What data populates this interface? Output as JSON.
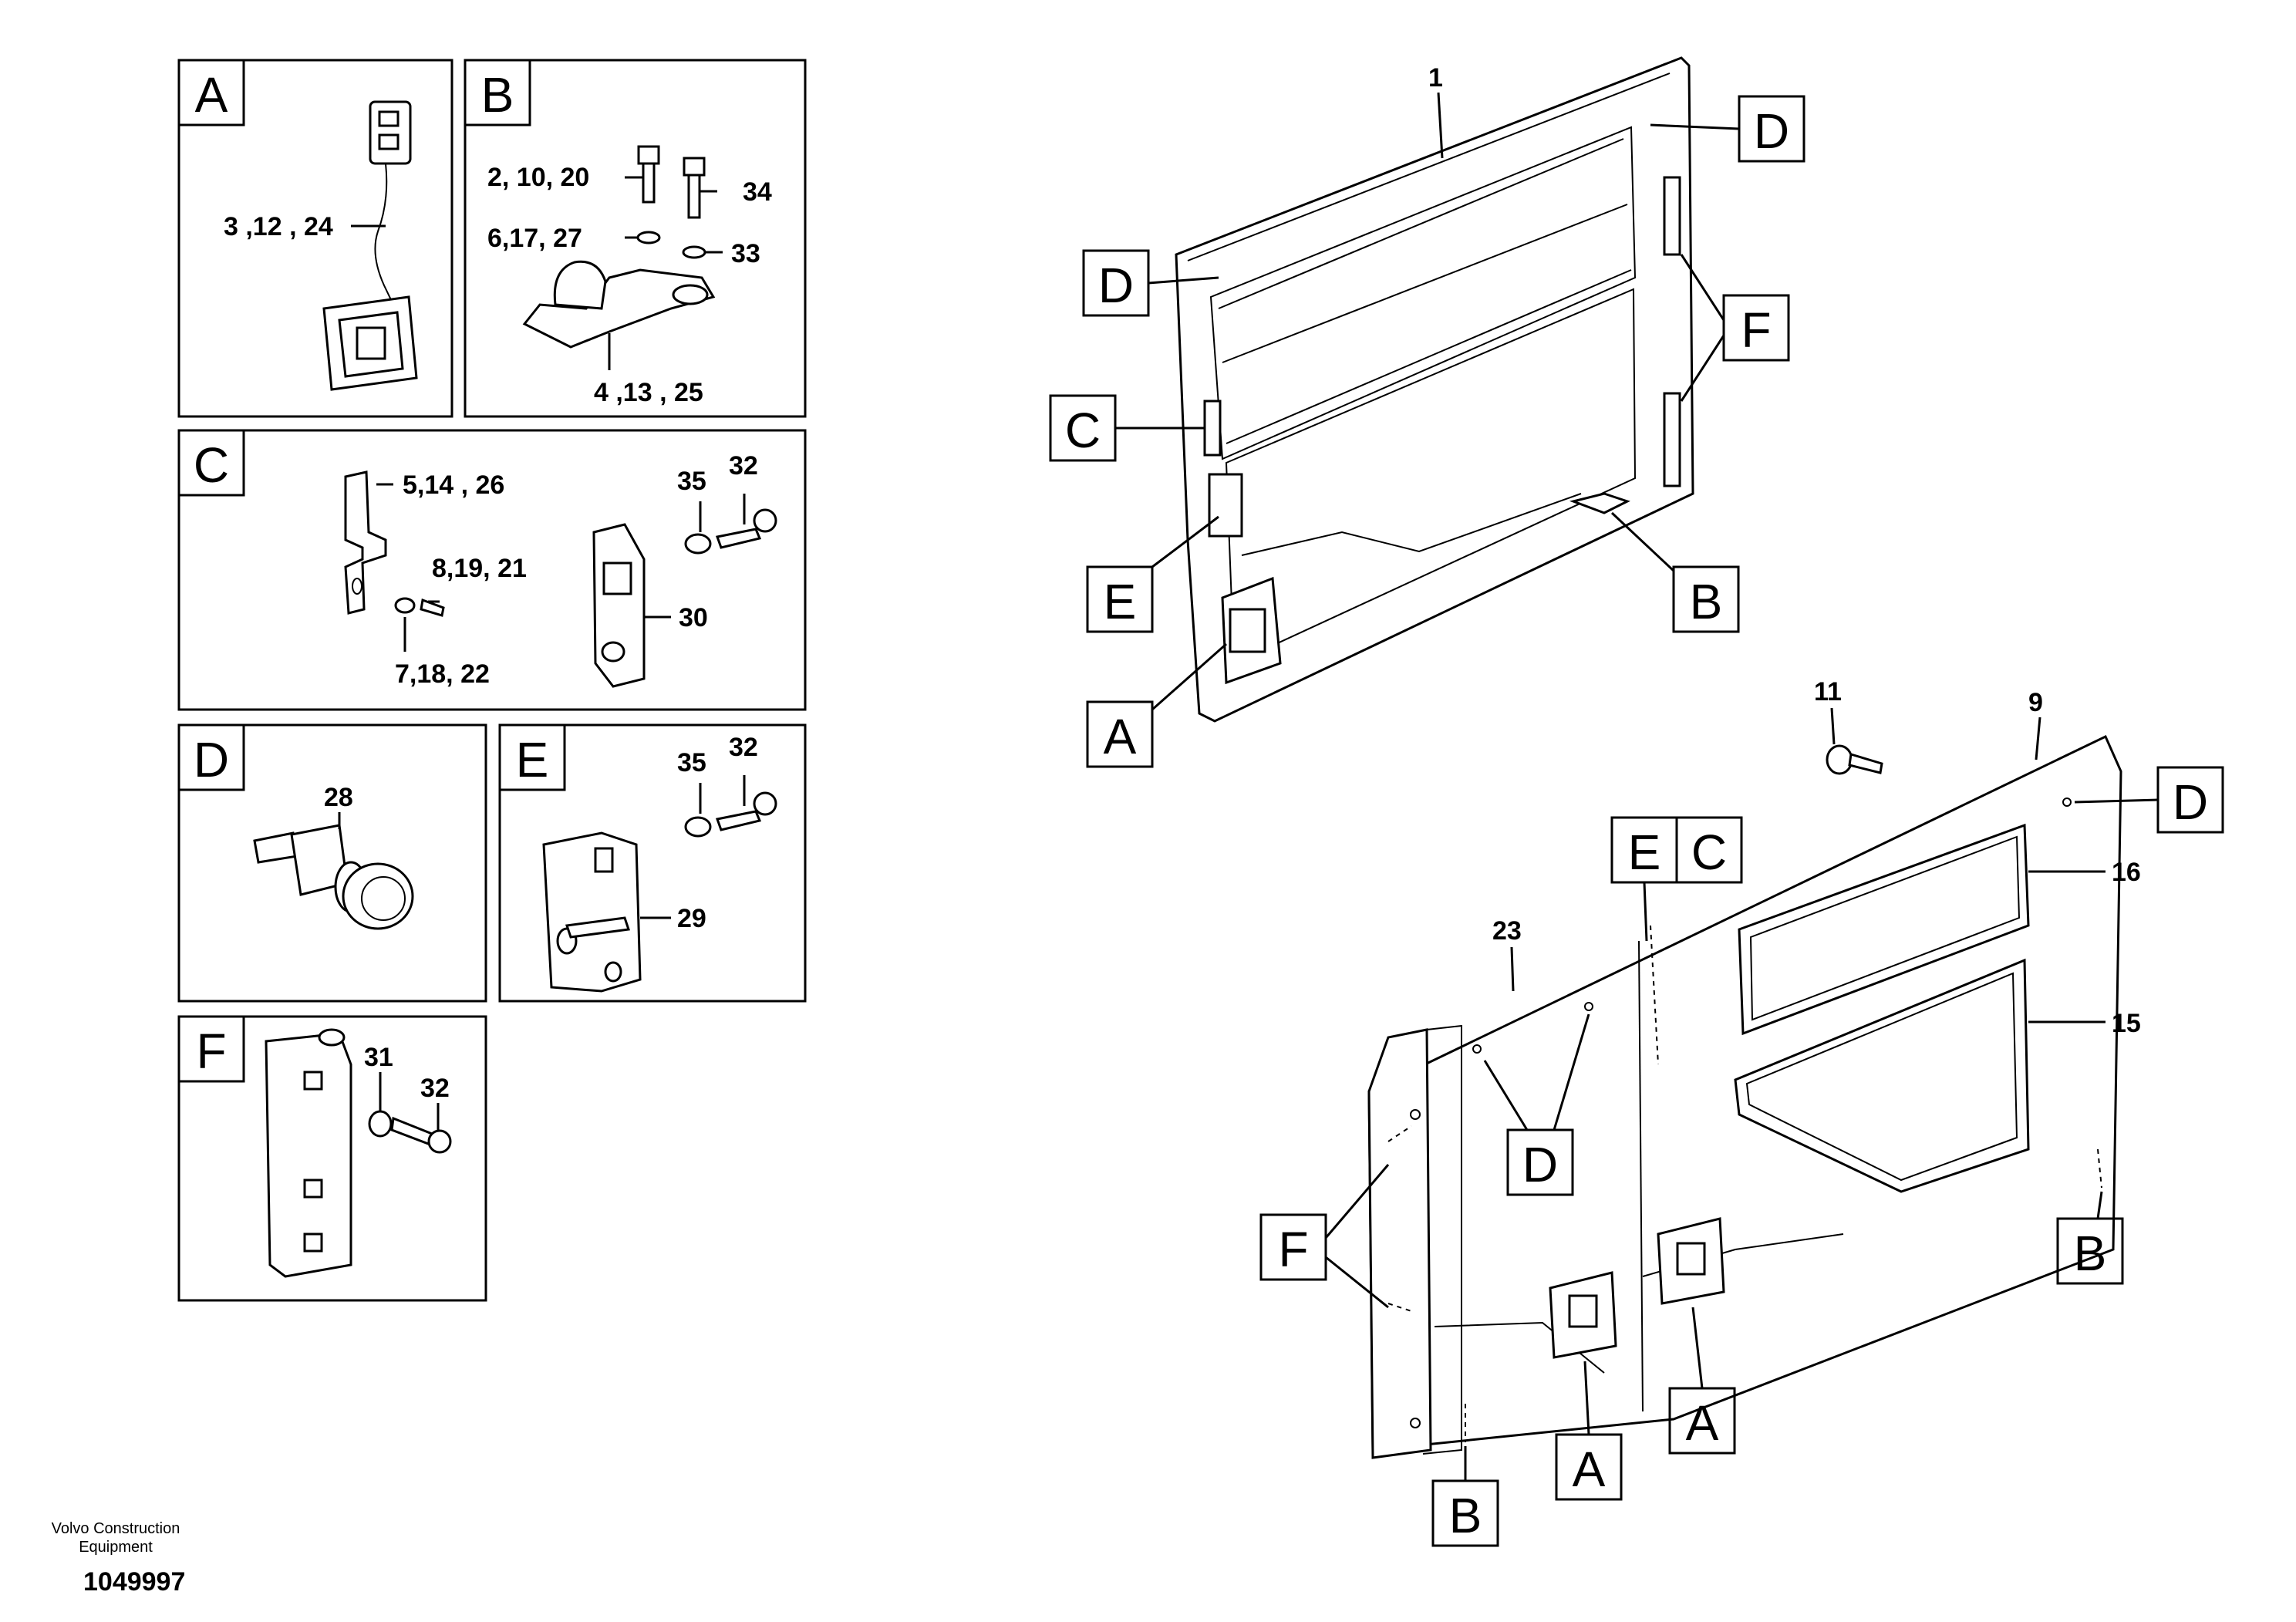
{
  "details": {
    "A": {
      "letter": "A",
      "parts": [
        "3 ,12 , 24"
      ]
    },
    "B": {
      "letter": "B",
      "parts": [
        "2, 10, 20",
        "6,17, 27",
        "34",
        "33",
        "4 ,13 , 25"
      ]
    },
    "C": {
      "letter": "C",
      "parts": [
        "5,14 , 26",
        "8,19, 21",
        "7,18, 22",
        "35",
        "32",
        "30"
      ]
    },
    "D": {
      "letter": "D",
      "parts": [
        "28"
      ]
    },
    "E": {
      "letter": "E",
      "parts": [
        "35",
        "32",
        "29"
      ]
    },
    "F": {
      "letter": "F",
      "parts": [
        "31",
        "32"
      ]
    }
  },
  "main_view": {
    "upper_parts": [
      "1"
    ],
    "upper_callouts": [
      "D",
      "D",
      "F",
      "C",
      "E",
      "B",
      "A"
    ],
    "lower_parts": [
      "11",
      "9",
      "16",
      "15",
      "23"
    ],
    "lower_callouts": [
      "D",
      "E",
      "C",
      "D",
      "F",
      "B",
      "B",
      "A",
      "A"
    ]
  },
  "footer": {
    "company_line1": "Volvo Construction",
    "company_line2": "Equipment",
    "drawing_number": "1049997"
  }
}
